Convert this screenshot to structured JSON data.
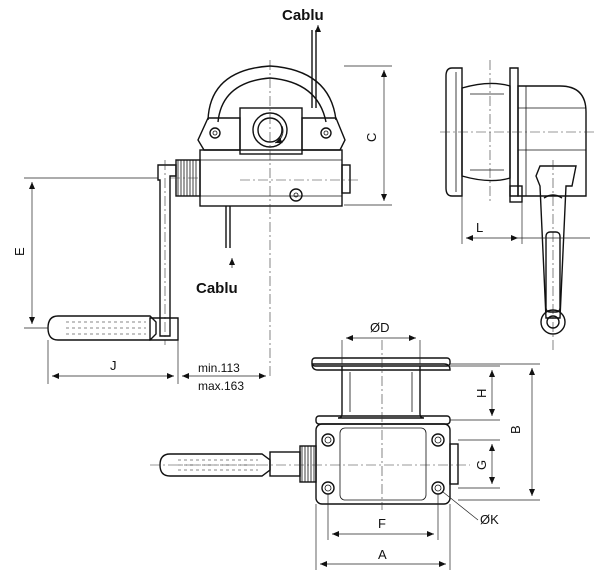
{
  "labels": {
    "cable_top": "Cablu",
    "cable_bottom": "Cablu",
    "dim_c": "C",
    "dim_e": "E",
    "dim_j": "J",
    "dim_l": "L",
    "dim_d": "ØD",
    "dim_h": "H",
    "dim_b": "B",
    "dim_g": "G",
    "dim_f": "F",
    "dim_a": "A",
    "dim_k": "ØK",
    "offset_min": "min.113",
    "offset_max": "max.163"
  }
}
